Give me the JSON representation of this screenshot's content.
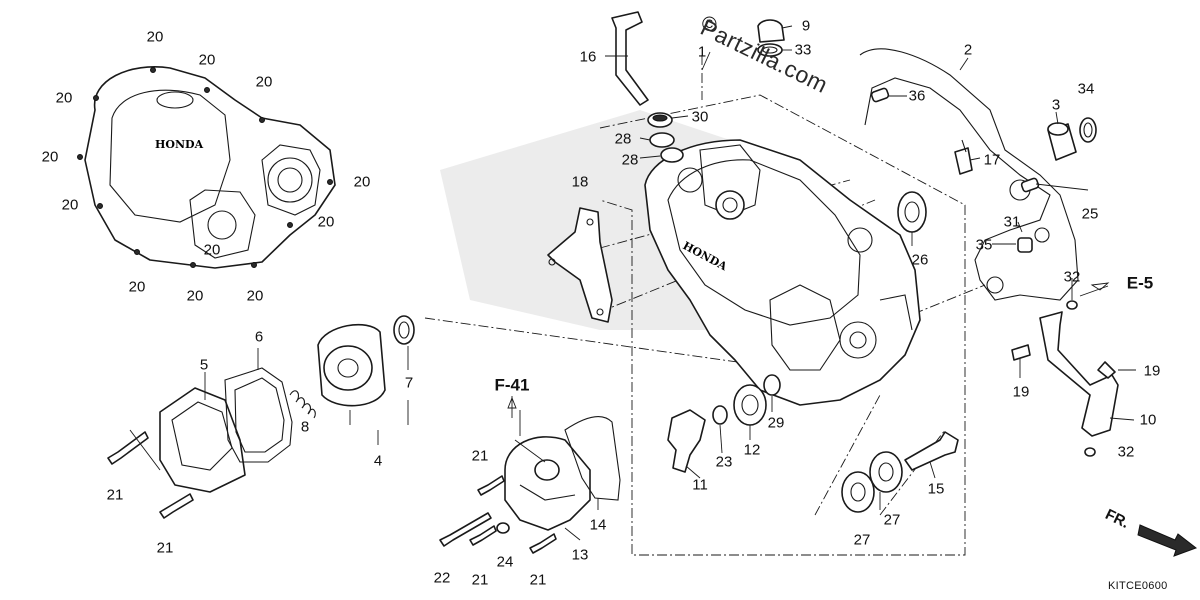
{
  "watermark": {
    "copyright_symbol": "©",
    "text": "Partzilla.com"
  },
  "diagram_code": "KITCE0600",
  "direction_marker": "FR.",
  "references": {
    "f41": "F-41",
    "e5": "E-5"
  },
  "brand_text": "HONDA",
  "callouts": {
    "p1": "1",
    "p2": "2",
    "p3": "3",
    "p4": "4",
    "p5": "5",
    "p6": "6",
    "p7": "7",
    "p8": "8",
    "p9": "9",
    "p10": "10",
    "p11": "11",
    "p12": "12",
    "p13": "13",
    "p14": "14",
    "p15": "15",
    "p16": "16",
    "p17": "17",
    "p18": "18",
    "p19a": "19",
    "p19b": "19",
    "p20a": "20",
    "p20b": "20",
    "p20c": "20",
    "p20d": "20",
    "p20e": "20",
    "p20f": "20",
    "p20g": "20",
    "p20h": "20",
    "p20i": "20",
    "p20j": "20",
    "p20k": "20",
    "p20l": "20",
    "p21a": "21",
    "p21b": "21",
    "p21c": "21",
    "p21d": "21",
    "p21e": "21",
    "p22": "22",
    "p23": "23",
    "p24": "24",
    "p25": "25",
    "p26": "26",
    "p27a": "27",
    "p27b": "27",
    "p28a": "28",
    "p28b": "28",
    "p29": "29",
    "p30": "30",
    "p31": "31",
    "p32a": "32",
    "p32b": "32",
    "p33": "33",
    "p34": "34",
    "p35": "35",
    "p36": "36"
  }
}
